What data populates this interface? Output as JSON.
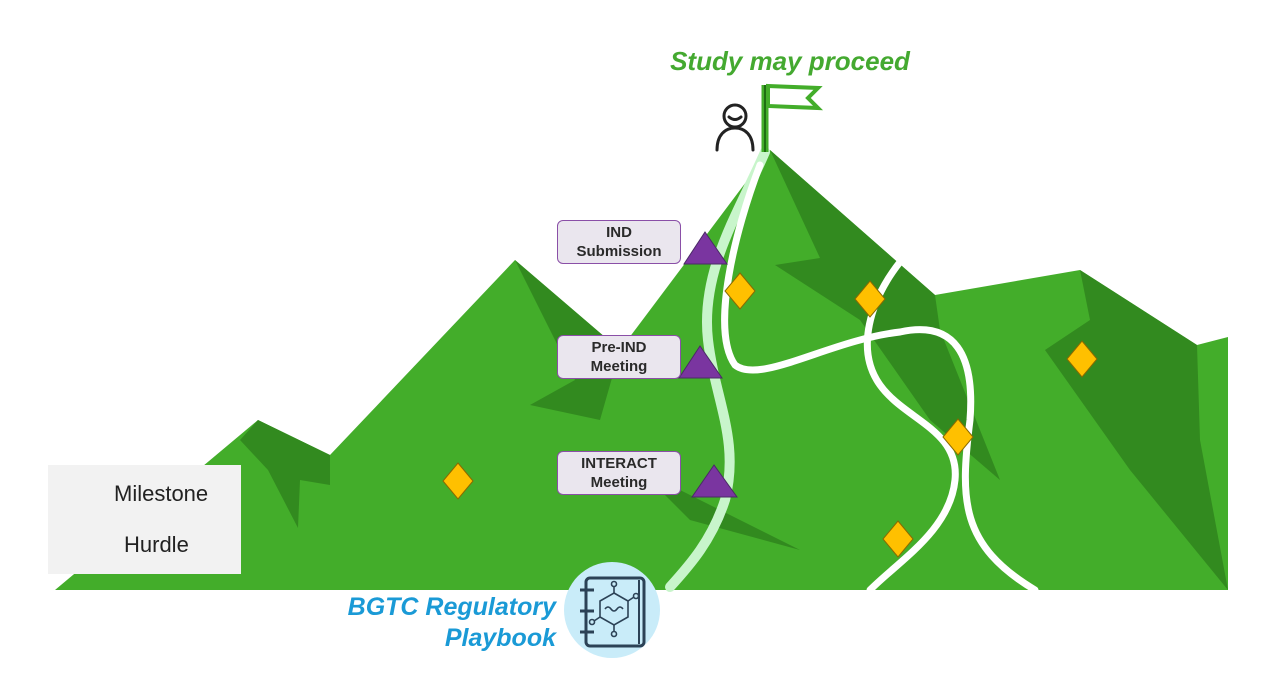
{
  "goal": {
    "title": "Study may proceed"
  },
  "milestones": [
    {
      "line1": "IND",
      "line2": "Submission"
    },
    {
      "line1": "Pre-IND",
      "line2": "Meeting"
    },
    {
      "line1": "INTERACT",
      "line2": "Meeting"
    }
  ],
  "legend": {
    "milestone_label": "Milestone",
    "hurdle_label": "Hurdle"
  },
  "playbook": {
    "line1": "BGTC Regulatory",
    "line2": "Playbook"
  },
  "icons": {
    "milestone": "purple-triangle-icon",
    "hurdle": "yellow-diamond-icon",
    "climber": "person-icon",
    "flag": "flag-icon",
    "playbook": "notebook-icon"
  },
  "colors": {
    "mountain": "#43ad2a",
    "mountain_shadow": "#328a1f",
    "milestone": "#7a35a0",
    "hurdle": "#ffc000",
    "goal_text": "#44a930",
    "playbook_text": "#1a9ad6"
  }
}
